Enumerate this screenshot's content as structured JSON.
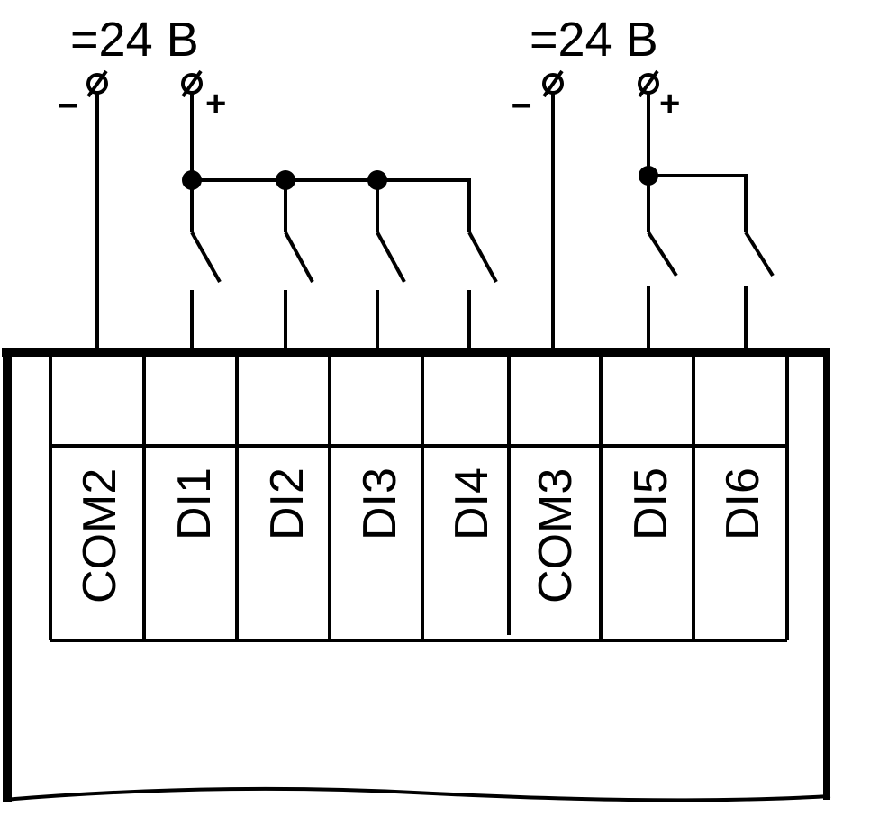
{
  "supplies": [
    {
      "label": "=24 B",
      "minus": "–",
      "plus": "+"
    },
    {
      "label": "=24 B",
      "minus": "–",
      "plus": "+"
    }
  ],
  "terminals": [
    "COM2",
    "DI1",
    "DI2",
    "DI3",
    "DI4",
    "COM3",
    "DI5",
    "DI6"
  ],
  "colors": {
    "line": "#000000",
    "background": "#ffffff"
  }
}
